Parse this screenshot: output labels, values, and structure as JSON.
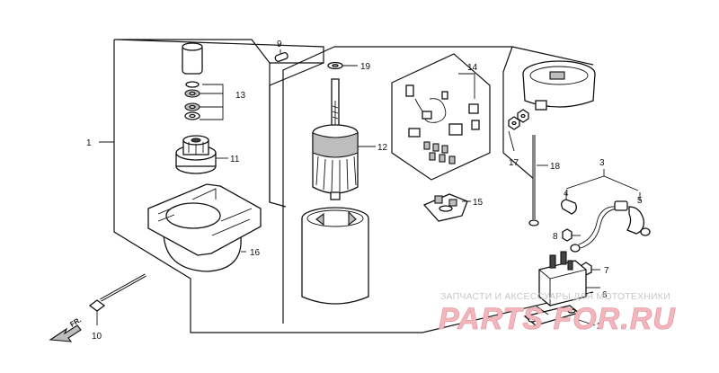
{
  "diagram": {
    "callouts": [
      "1",
      "2",
      "3",
      "4",
      "5",
      "6",
      "7",
      "8",
      "9",
      "10",
      "11",
      "12",
      "13",
      "14",
      "15",
      "16",
      "17",
      "18",
      "19"
    ],
    "direction_label": "FR."
  },
  "watermark": {
    "caption": "ЗАПЧАСТИ И АКСЕССУАРЫ ДЛЯ МОТОТЕХНИКИ",
    "logo": "PARTS FOR.RU"
  },
  "colors": {
    "line": "#111111",
    "watermark_logo": "#f2b6bd",
    "watermark_caption": "#c8c8c8"
  }
}
